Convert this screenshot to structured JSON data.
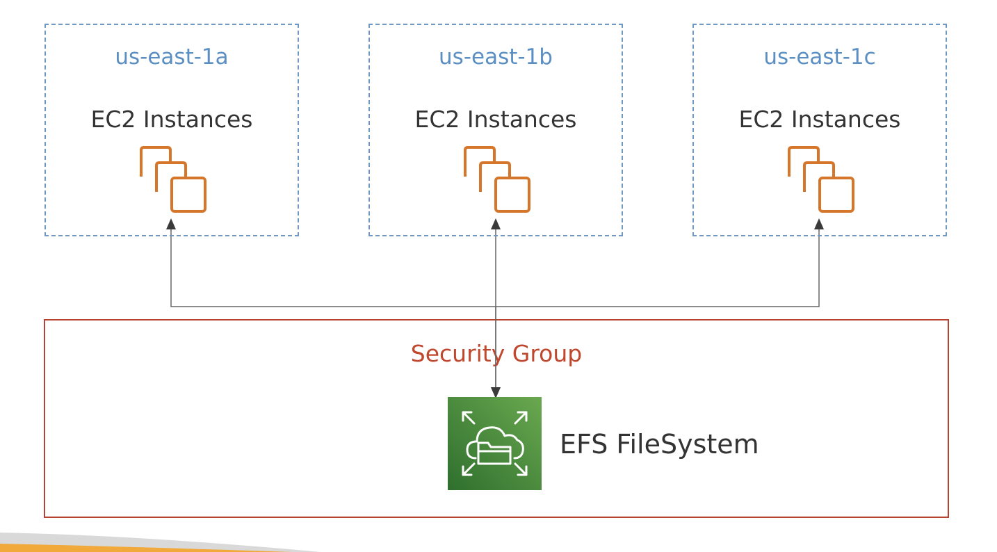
{
  "availability_zones": [
    {
      "name": "us-east-1a",
      "label": "EC2 Instances",
      "icon": "ec2-instances-icon"
    },
    {
      "name": "us-east-1b",
      "label": "EC2 Instances",
      "icon": "ec2-instances-icon"
    },
    {
      "name": "us-east-1c",
      "label": "EC2 Instances",
      "icon": "ec2-instances-icon"
    }
  ],
  "security_group": {
    "title": "Security Group"
  },
  "efs": {
    "label": "EFS FileSystem",
    "icon": "efs-filesystem-icon"
  },
  "colors": {
    "az_border": "#6f99c3",
    "az_title": "#5b8fc3",
    "ec2_orange": "#d6762a",
    "sg_border": "#b9412f",
    "sg_title": "#c0462c",
    "efs_green_dark": "#2e6f2e",
    "efs_green_light": "#6aa84f",
    "connector": "#555555"
  }
}
